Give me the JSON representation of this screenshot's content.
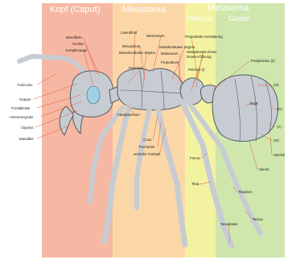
{
  "palette": {
    "head_region": "#f6b8a3",
    "mesosoma_region": "#fbd7a8",
    "petiolus_region": "#f3f2a1",
    "gaster_region": "#cfe7ad",
    "header_text": "#ffffff",
    "body_fill": "#c7ccd3",
    "body_stroke": "#555a61",
    "leader_line": "#e15a33",
    "eye_fill": "#9dd2e6",
    "background": "#ffffff"
  },
  "regions": {
    "head": "Kopf (Caput)",
    "mesosoma": "Mesosoma",
    "metasoma": "Metasoma",
    "petiolus": "Petiolus",
    "gaster": "Gaster"
  },
  "labels": {
    "head": {
      "mandibeln": "Mandibeln",
      "ocellen": "Ocellen",
      "komplexauge": "Komplexauge",
      "funiculus": "Funiculus",
      "scapus": "Scapus",
      "frontalleiste": "Frontalleiste",
      "antennengrube": "Antennengrube",
      "clypeus": "Clypeus",
      "mandibel": "Mandibel"
    },
    "mesosoma": {
      "lateralfeld": "Lateralfeld",
      "mesonotum": "Mesonotum",
      "mesopleura": "Mesopleura",
      "mesothorakales_stigma": "Mesothorakales Stigma",
      "metathorakales_stigma": "Metathorakales Stigma",
      "metanotum": "Metanotum",
      "propodeum": "Propodeum",
      "pronotum": "Pronotum",
      "katepisternum": "Katepisternum",
      "coxa": "Coxa",
      "trochanter": "Trochanter",
      "ventraler_fortsatz": "ventraler Fortsatz"
    },
    "metasoma": {
      "propodeale_ausstuelpung": "Propodeale Ausstülpung",
      "metapleurale_druese": "Metapleurale Drüse",
      "druesen_oeffnung": "Drüsen-Öffnung",
      "petiolus_i": "Petiolus (I)",
      "postpetiolus_ii": "Postpetiolus (II)",
      "iii": "(III)",
      "iv": "(IV)",
      "v": "(V)",
      "vi": "(VI)",
      "sting": "Stachel",
      "tergit": "Tergit",
      "sternit": "Sternit",
      "femur": "Femur",
      "tibia": "Tibia",
      "tibiadorn": "Tibiadorn",
      "tarsus": "Tarsus",
      "tarsalkralle": "Tarsalkralle"
    }
  }
}
